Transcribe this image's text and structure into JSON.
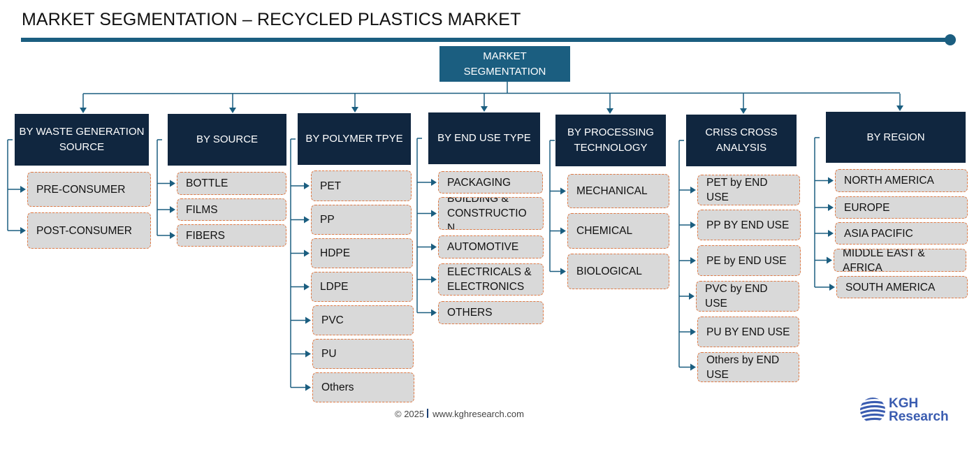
{
  "title": "MARKET SEGMENTATION – RECYCLED PLASTICS MARKET",
  "root": "MARKET\nSEGMENTATION",
  "columns": [
    {
      "header": "BY WASTE GENERATION SOURCE",
      "items": [
        "PRE-CONSUMER",
        "POST-CONSUMER"
      ]
    },
    {
      "header": "BY SOURCE",
      "items": [
        "BOTTLE",
        "FILMS",
        "FIBERS"
      ]
    },
    {
      "header": "BY POLYMER TPYE",
      "items": [
        "PET",
        "PP",
        "HDPE",
        "LDPE",
        "PVC",
        "PU",
        "Others"
      ]
    },
    {
      "header": "BY END USE TYPE",
      "items": [
        "PACKAGING",
        "BUILDING & CONSTRUCTIO N",
        "AUTOMOTIVE",
        "ELECTRICALS & ELECTRONICS",
        "OTHERS"
      ]
    },
    {
      "header": "BY PROCESSING TECHNOLOGY",
      "items": [
        "MECHANICAL",
        "CHEMICAL",
        "BIOLOGICAL"
      ]
    },
    {
      "header": "CRISS CROSS ANALYSIS",
      "items": [
        "PET by END USE",
        "PP BY END USE",
        "PE by END USE",
        "PVC by END USE",
        "PU BY END USE",
        "Others by END USE"
      ]
    },
    {
      "header": "BY REGION",
      "items": [
        "NORTH AMERICA",
        "EUROPE",
        "ASIA PACIFIC",
        "MIDDLE EAST & AFRICA",
        "SOUTH AMERICA"
      ]
    }
  ],
  "footer": {
    "copyright": "© 2025",
    "website": "www.kghresearch.com"
  },
  "logo": {
    "line1": "KGH",
    "line2": "Research"
  },
  "colors": {
    "header_bg": "#10263f",
    "root_bg": "#1b5e80",
    "connector": "#1b5e80",
    "item_bg": "#d9d9d9",
    "item_border": "#e07a45"
  }
}
